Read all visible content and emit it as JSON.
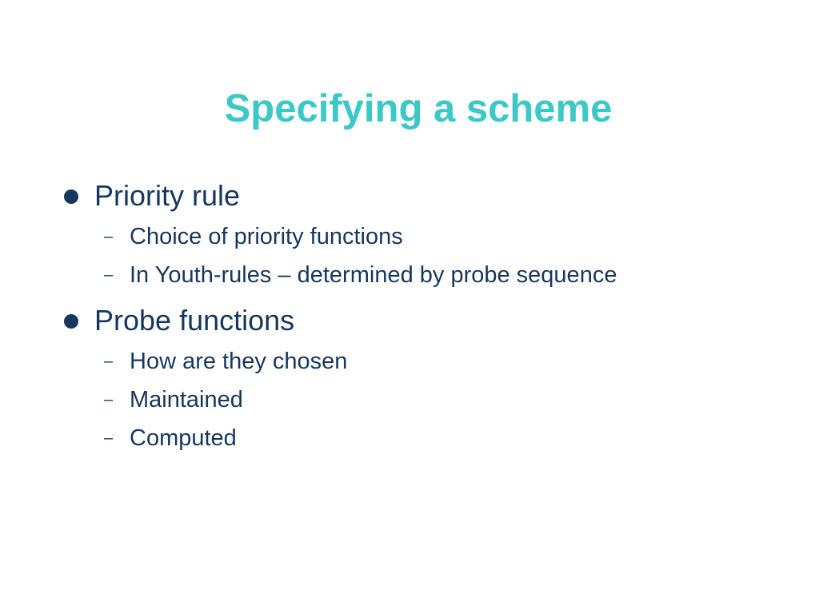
{
  "colors": {
    "title": "#3cc8c6",
    "text": "#17375e",
    "background": "#ffffff"
  },
  "slide": {
    "title": "Specifying a scheme",
    "bullets": [
      {
        "label": "Priority rule",
        "subitems": [
          {
            "marker": "–",
            "segments": [
              "Choice of priority functions"
            ]
          },
          {
            "marker": "–",
            "segments": [
              "In Youth-rules ",
              "–",
              " determined by probe sequence"
            ]
          }
        ]
      },
      {
        "label": "Probe functions",
        "subitems": [
          {
            "marker": "–",
            "segments": [
              "How are they chosen"
            ]
          },
          {
            "marker": "–",
            "segments": [
              "Maintained"
            ]
          },
          {
            "marker": "–",
            "segments": [
              "Computed"
            ]
          }
        ]
      }
    ]
  }
}
